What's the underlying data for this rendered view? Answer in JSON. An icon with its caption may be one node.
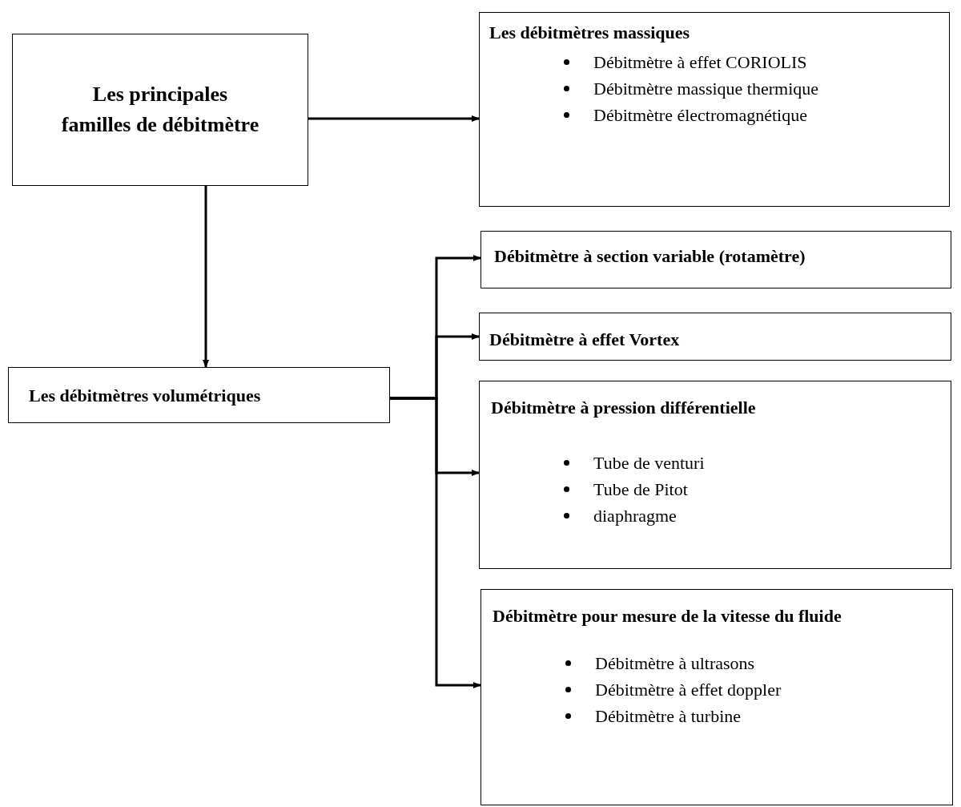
{
  "diagram": {
    "nodes": [
      {
        "text": [
          "Les principales familles de débitmètre"
        ]
      },
      {
        "text": [
          "Les débitmètres massiques",
          "Débitmètre à effet CORIOLIS",
          "Débitmètre massique thermique",
          "Débitmètre électromagnétique"
        ]
      },
      {
        "text": [
          "Les débitmètres volumétriques"
        ]
      },
      {
        "text": [
          "Débitmètre à section variable (rotamètre)"
        ]
      },
      {
        "text": [
          "Débitmètre à effet Vortex"
        ]
      },
      {
        "text": [
          "Débitmètre à pression différentielle",
          "Tube de venturi",
          "Tube de Pitot",
          "diaphragme"
        ]
      },
      {
        "text": [
          "Débitmètre pour mesure de la vitesse du fluide",
          "Débitmètre à ultrasons",
          "Débitmètre à effet doppler",
          "Débitmètre à turbine"
        ]
      }
    ],
    "edges": [
      {
        "from": 0,
        "to": 1,
        "arrow": "to"
      },
      {
        "from": 0,
        "to": 2,
        "arrow": "to"
      },
      {
        "from": 2,
        "to": 3,
        "arrow": "to"
      },
      {
        "from": 2,
        "to": 4,
        "arrow": "to"
      },
      {
        "from": 2,
        "to": 5,
        "arrow": "to"
      },
      {
        "from": 2,
        "to": 6,
        "arrow": "to"
      }
    ]
  }
}
